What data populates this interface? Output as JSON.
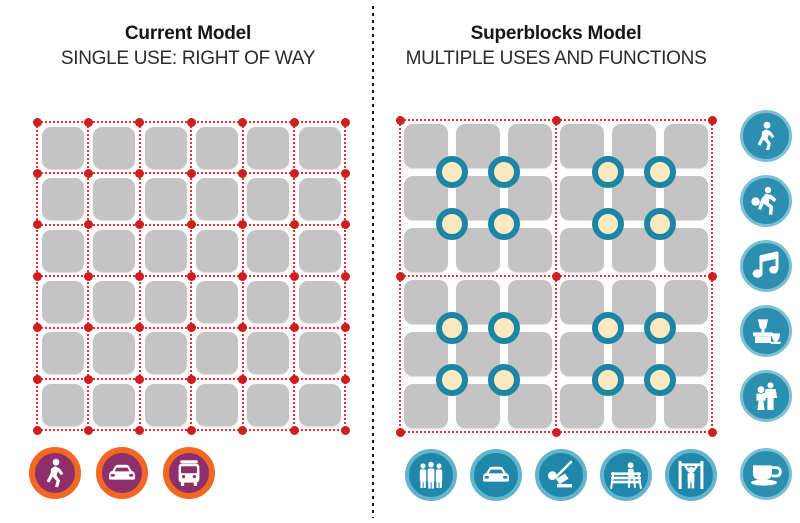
{
  "diagram": {
    "left_panel": {
      "title": "Current Model",
      "subtitle": "SINGLE USE: RIGHT OF WAY",
      "grid": {
        "kind": "uniform-street-grid",
        "columns": 6,
        "rows": 6,
        "intersection_nodes": 49,
        "block_color": "#c4c4c4",
        "street_line_color": "#e2342e",
        "node_color": "#cc1f1f"
      },
      "legend_icons": [
        {
          "name": "pedestrian-icon",
          "label": "Pedestrian",
          "ring_color": "#f26722",
          "fill_color": "#8e2f6b"
        },
        {
          "name": "car-icon",
          "label": "Car",
          "ring_color": "#f26722",
          "fill_color": "#8e2f6b"
        },
        {
          "name": "bus-icon",
          "label": "Bus",
          "ring_color": "#f26722",
          "fill_color": "#8e2f6b"
        }
      ]
    },
    "right_panel": {
      "title": "Superblocks Model",
      "subtitle": "MULTIPLE USES AND FUNCTIONS",
      "grid": {
        "kind": "superblock-grid",
        "superblocks": 4,
        "superblock_columns": 2,
        "superblock_rows": 2,
        "blocks_per_superblock": 9,
        "interior_hubs_per_superblock": 4,
        "intersection_nodes": 9,
        "block_color": "#c4c4c4",
        "street_line_color": "#e2342e",
        "node_color": "#cc1f1f",
        "hub_fill_color": "#fce9bd",
        "hub_ring_color": "#1b86a8"
      },
      "bottom_icons": [
        {
          "name": "people-group-icon",
          "label": "People gathering",
          "color": "#1f87aa"
        },
        {
          "name": "car-icon",
          "label": "Car",
          "color": "#1f87aa"
        },
        {
          "name": "play-sports-icon",
          "label": "Play / sport",
          "color": "#1f87aa"
        },
        {
          "name": "park-bench-icon",
          "label": "Bench / rest",
          "color": "#1f87aa"
        },
        {
          "name": "exercise-icon",
          "label": "Exercise",
          "color": "#1f87aa"
        }
      ],
      "side_icons": [
        {
          "name": "walking-icon",
          "label": "Walking",
          "color": "#2d8fb0"
        },
        {
          "name": "soccer-icon",
          "label": "Sport",
          "color": "#2d8fb0"
        },
        {
          "name": "music-icon",
          "label": "Music",
          "color": "#2d8fb0"
        },
        {
          "name": "market-stall-icon",
          "label": "Market stall",
          "color": "#2d8fb0"
        },
        {
          "name": "family-icon",
          "label": "Family",
          "color": "#2d8fb0"
        },
        {
          "name": "coffee-cup-icon",
          "label": "Cafe",
          "color": "#2d8fb0"
        }
      ]
    },
    "divider": {
      "name": "panel-divider",
      "style": "dotted",
      "color": "#1a1a1a"
    }
  }
}
